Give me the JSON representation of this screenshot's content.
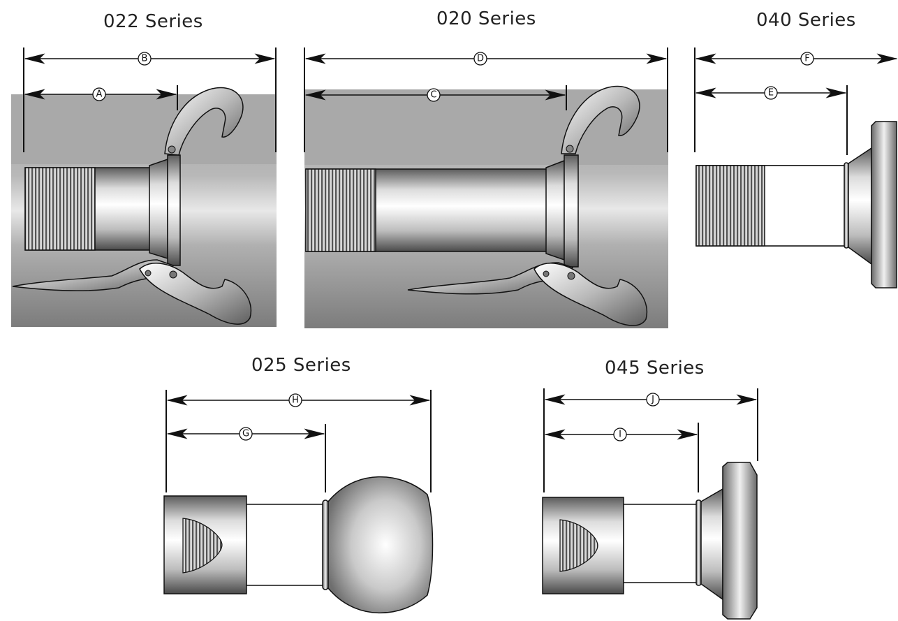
{
  "series": {
    "s022": {
      "title": "022 Series",
      "dim_short": "A",
      "dim_long": "B"
    },
    "s020": {
      "title": "020 Series",
      "dim_short": "C",
      "dim_long": "D"
    },
    "s040": {
      "title": "040 Series",
      "dim_short": "E",
      "dim_long": "F"
    },
    "s025": {
      "title": "025 Series",
      "dim_short": "G",
      "dim_long": "H"
    },
    "s045": {
      "title": "045 Series",
      "dim_short": "I",
      "dim_long": "J"
    }
  },
  "colors": {
    "background_panel": "#9c9c9c",
    "line": "#111111",
    "metal_light": "#f4f4f4",
    "metal_dark": "#5a5a5a"
  }
}
